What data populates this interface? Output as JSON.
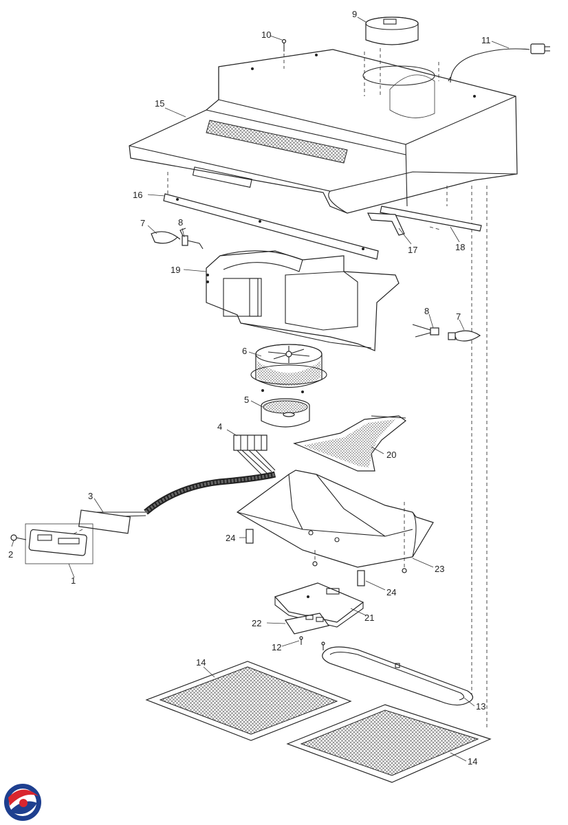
{
  "labels": {
    "l1": "1",
    "l2": "2",
    "l3": "3",
    "l4": "4",
    "l5": "5",
    "l6": "6",
    "l7a": "7",
    "l7b": "7",
    "l8a": "8",
    "l8b": "8",
    "l9": "9",
    "l10": "10",
    "l11": "11",
    "l12": "12",
    "l13": "13",
    "l14a": "14",
    "l14b": "14",
    "l15": "15",
    "l16": "16",
    "l17": "17",
    "l18": "18",
    "l19": "19",
    "l20": "20",
    "l21": "21",
    "l22": "22",
    "l23": "23",
    "l24a": "24",
    "l24b": "24"
  },
  "colors": {
    "logo_blue": "#1e3f8f",
    "logo_red": "#d9262e",
    "line": "#222222"
  },
  "icons": {
    "logo": "company-logo"
  }
}
